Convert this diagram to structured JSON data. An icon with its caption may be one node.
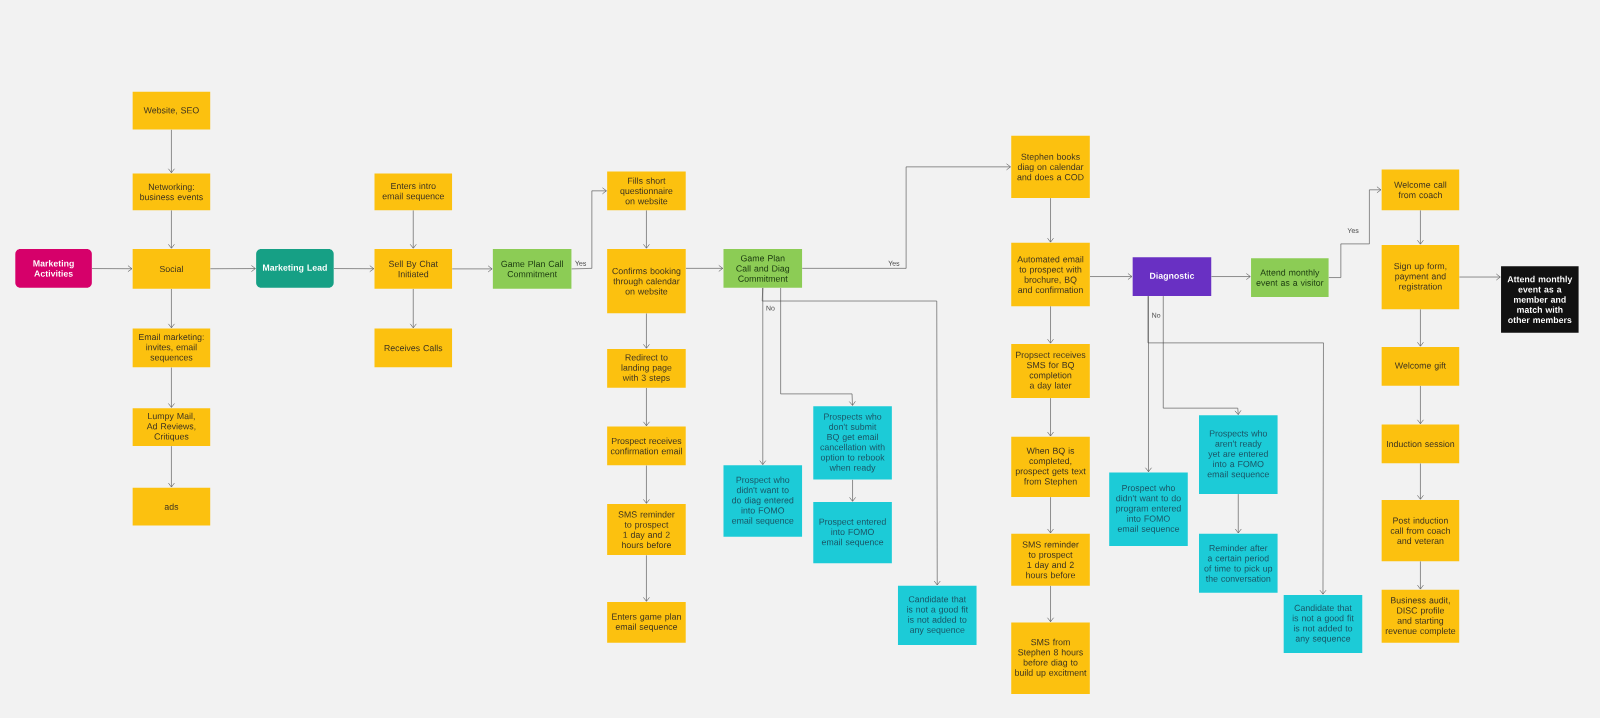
{
  "diagram": {
    "nodes": [
      {
        "text": [
          "Marketing Activities"
        ]
      },
      {
        "text": [
          "Website, SEO"
        ]
      },
      {
        "text": [
          "Networking: business events"
        ]
      },
      {
        "text": [
          "Social"
        ]
      },
      {
        "text": [
          "Email marketing: invites, email sequences"
        ]
      },
      {
        "text": [
          "Lumpy Mail, Ad Reviews, Critiques"
        ]
      },
      {
        "text": [
          "ads"
        ]
      },
      {
        "text": [
          "Marketing Lead"
        ]
      },
      {
        "text": [
          "Enters intro email sequence"
        ]
      },
      {
        "text": [
          "Sell By Chat Initiated"
        ]
      },
      {
        "text": [
          "Receives Calls"
        ]
      },
      {
        "text": [
          "Game Plan Call Commitment"
        ]
      },
      {
        "text": [
          "Fills short questionnaire on website"
        ]
      },
      {
        "text": [
          "Confirms booking through calendar on website"
        ]
      },
      {
        "text": [
          "Redirect to landing page with 3 steps"
        ]
      },
      {
        "text": [
          "Prospect receives confirmation email"
        ]
      },
      {
        "text": [
          "SMS reminder to prospect 1 day and 2 hours before"
        ]
      },
      {
        "text": [
          "Enters game plan email sequence"
        ]
      },
      {
        "text": [
          "Game Plan Call and Diag Commitment"
        ]
      },
      {
        "text": [
          "Prospect who didn't want to do diag entered into FOMO email sequence"
        ]
      },
      {
        "text": [
          "Prospects who don't submit BQ get email cancellation with option to rebook when ready"
        ]
      },
      {
        "text": [
          "Prospect entered into FOMO email sequence"
        ]
      },
      {
        "text": [
          "Candidate that is not a good fit is not added to any sequence"
        ]
      },
      {
        "text": [
          "Stephen books diag on calendar and does a COD"
        ]
      },
      {
        "text": [
          "Automated email to prospect with brochure, BQ and confirmation"
        ]
      },
      {
        "text": [
          "Propsect receives SMS for BQ completion a day later"
        ]
      },
      {
        "text": [
          "When BQ is completed, prospect gets text from Stephen"
        ]
      },
      {
        "text": [
          "SMS reminder to prospect 1 day and 2 hours before"
        ]
      },
      {
        "text": [
          "SMS from Stephen 8 hours before diag to build up excitment"
        ]
      },
      {
        "text": [
          "Diagnostic"
        ]
      },
      {
        "text": [
          "Attend monthly event as a visitor"
        ]
      },
      {
        "text": [
          "Prospect who didn't want to do program entered into FOMO email sequence"
        ]
      },
      {
        "text": [
          "Prospects who aren't ready yet are entered into a FOMO email sequence"
        ]
      },
      {
        "text": [
          "Reminder after a certain period of time to pick up the conversation"
        ]
      },
      {
        "text": [
          "Candidate that is not a good fit is not added to any sequence"
        ]
      },
      {
        "text": [
          "Welcome call from coach"
        ]
      },
      {
        "text": [
          "Sign up form, payment and registration"
        ]
      },
      {
        "text": [
          "Attend monthly event as a member and match with other members"
        ]
      },
      {
        "text": [
          "Welcome gift"
        ]
      },
      {
        "text": [
          "Induction session"
        ]
      },
      {
        "text": [
          "Post induction call from coach and veteran"
        ]
      },
      {
        "text": [
          "Business audit, DISC profile and starting revenue complete"
        ]
      }
    ],
    "edges": [
      {
        "from": 0,
        "to": 3,
        "arrow": "to"
      },
      {
        "from": 1,
        "to": 2,
        "arrow": "to"
      },
      {
        "from": 2,
        "to": 3,
        "arrow": "to"
      },
      {
        "from": 3,
        "to": 4,
        "arrow": "to"
      },
      {
        "from": 4,
        "to": 5,
        "arrow": "to"
      },
      {
        "from": 5,
        "to": 6,
        "arrow": "to"
      },
      {
        "from": 3,
        "to": 7,
        "arrow": "to"
      },
      {
        "from": 7,
        "to": 9,
        "arrow": "to"
      },
      {
        "from": 8,
        "to": 9,
        "arrow": "to"
      },
      {
        "from": 9,
        "to": 10,
        "arrow": "to"
      },
      {
        "from": 9,
        "to": 11,
        "arrow": "to"
      },
      {
        "from": 11,
        "to": 12,
        "arrow": "to",
        "label": "Yes"
      },
      {
        "from": 12,
        "to": 13,
        "arrow": "to"
      },
      {
        "from": 13,
        "to": 14,
        "arrow": "to"
      },
      {
        "from": 14,
        "to": 15,
        "arrow": "to"
      },
      {
        "from": 15,
        "to": 16,
        "arrow": "to"
      },
      {
        "from": 16,
        "to": 17,
        "arrow": "to"
      },
      {
        "from": 13,
        "to": 18,
        "arrow": "to"
      },
      {
        "from": 18,
        "to": 23,
        "arrow": "to",
        "label": "Yes"
      },
      {
        "from": 18,
        "to": 19,
        "arrow": "to",
        "label": "No"
      },
      {
        "from": 18,
        "to": 20,
        "arrow": "to"
      },
      {
        "from": 18,
        "to": 22,
        "arrow": "to"
      },
      {
        "from": 20,
        "to": 21,
        "arrow": "to"
      },
      {
        "from": 23,
        "to": 24,
        "arrow": "to"
      },
      {
        "from": 24,
        "to": 25,
        "arrow": "to"
      },
      {
        "from": 25,
        "to": 26,
        "arrow": "to"
      },
      {
        "from": 26,
        "to": 27,
        "arrow": "to"
      },
      {
        "from": 27,
        "to": 28,
        "arrow": "to"
      },
      {
        "from": 24,
        "to": 29,
        "arrow": "to"
      },
      {
        "from": 29,
        "to": 30,
        "arrow": "to"
      },
      {
        "from": 29,
        "to": 31,
        "arrow": "to",
        "label": "No"
      },
      {
        "from": 29,
        "to": 32,
        "arrow": "to"
      },
      {
        "from": 29,
        "to": 34,
        "arrow": "to"
      },
      {
        "from": 32,
        "to": 33,
        "arrow": "to"
      },
      {
        "from": 30,
        "to": 35,
        "arrow": "to",
        "label": "Yes"
      },
      {
        "from": 35,
        "to": 36,
        "arrow": "to"
      },
      {
        "from": 36,
        "to": 37,
        "arrow": "to"
      },
      {
        "from": 36,
        "to": 38,
        "arrow": "to"
      },
      {
        "from": 38,
        "to": 39,
        "arrow": "to"
      },
      {
        "from": 39,
        "to": 40,
        "arrow": "to"
      },
      {
        "from": 40,
        "to": 41,
        "arrow": "to"
      }
    ]
  }
}
